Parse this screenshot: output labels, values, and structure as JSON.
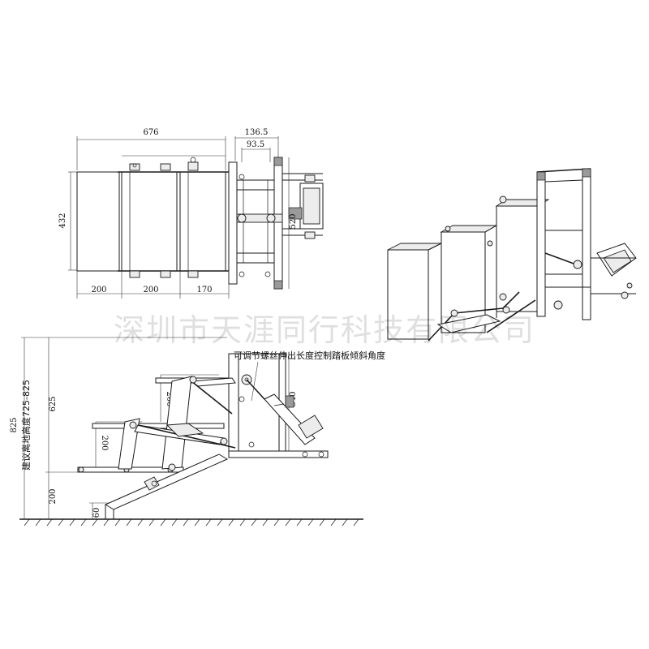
{
  "dimensions": {
    "top_width": "676",
    "top_dim_a": "136.5",
    "top_dim_b": "93.5",
    "top_height": "432",
    "top_right_height": "520",
    "top_bottom_1": "200",
    "top_bottom_2": "200",
    "top_bottom_3": "170",
    "side_total_height": "825",
    "side_height_625": "625",
    "side_height_200": "200",
    "side_height_60": "60",
    "side_height_540": "540",
    "side_step_upper": "200",
    "side_step_lower": "200"
  },
  "annotations": {
    "adjust_note": "可调节螺丝伸出长度控制踏板倾斜角度",
    "recommended_height": "建议离地高度725-825"
  },
  "watermark": "深圳市天涯同行科技有限公司"
}
